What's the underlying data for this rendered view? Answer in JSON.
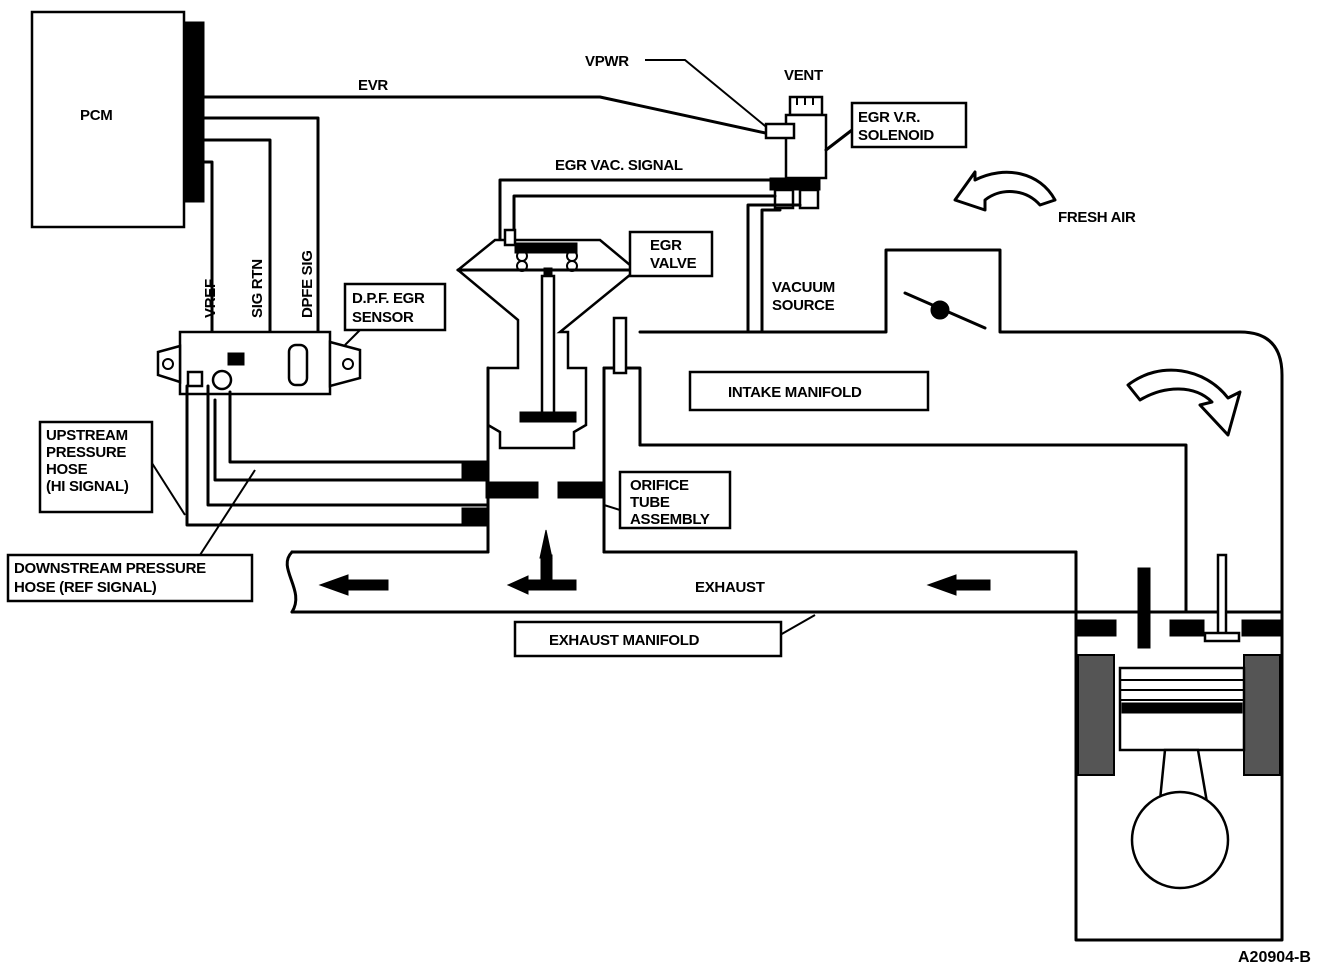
{
  "labels": {
    "pcm": "PCM",
    "evr": "EVR",
    "vpwr": "VPWR",
    "vent": "VENT",
    "egr_vr_solenoid_1": "EGR V.R.",
    "egr_vr_solenoid_2": "SOLENOID",
    "egr_vac_signal": "EGR VAC. SIGNAL",
    "fresh_air": "FRESH AIR",
    "egr_valve_1": "EGR",
    "egr_valve_2": "VALVE",
    "vacuum_source_1": "VACUUM",
    "vacuum_source_2": "SOURCE",
    "vref": "VREF",
    "sig_rtn": "SIG RTN",
    "dpfe_sig": "DPFE SIG",
    "dpf_egr_sensor_1": "D.P.F. EGR",
    "dpf_egr_sensor_2": "SENSOR",
    "intake_manifold": "INTAKE MANIFOLD",
    "upstream_1": "UPSTREAM",
    "upstream_2": "PRESSURE",
    "upstream_3": "HOSE",
    "upstream_4": "(HI SIGNAL)",
    "orifice_1": "ORIFICE",
    "orifice_2": "TUBE",
    "orifice_3": "ASSEMBLY",
    "downstream_1": "DOWNSTREAM PRESSURE",
    "downstream_2": "HOSE (REF SIGNAL)",
    "exhaust": "EXHAUST",
    "exhaust_manifold": "EXHAUST MANIFOLD",
    "figure_id": "A20904-B"
  }
}
